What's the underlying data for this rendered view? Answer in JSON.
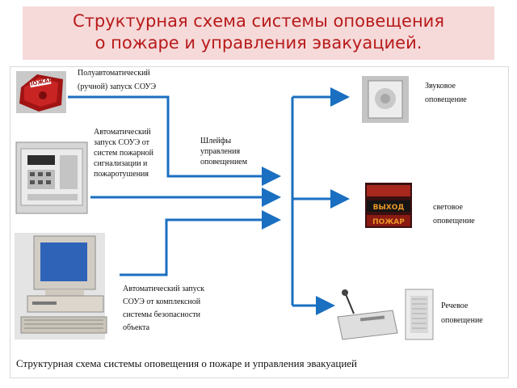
{
  "title": {
    "line1": "Структурная схема системы оповещения",
    "line2": "о пожаре и управления эвакуацией."
  },
  "inputs": {
    "manual_line1": "Полуавтоматический",
    "manual_line2": "(ручной) запуск СОУЭ",
    "fire_line1": "Автоматический",
    "fire_line2": "запуск СОУЭ от",
    "fire_line3": "систем пожарной",
    "fire_line4": "сигнализации и",
    "fire_line5": "пожаротушения",
    "complex_line1": "Автоматический запуск",
    "complex_line2": "СОУЭ от комплексной",
    "complex_line3": "системы безопасности",
    "complex_line4": "объекта"
  },
  "loops": {
    "line1": "Шлейфы",
    "line2": "управления",
    "line3": "оповещением"
  },
  "outputs": {
    "sound_line1": "Звуковое",
    "sound_line2": "оповещение",
    "light_line1": "световое",
    "light_line2": "оповещение",
    "speech_line1": "Речевое",
    "speech_line2": "оповещение"
  },
  "devices": {
    "call_point_label": "ПОЖАР",
    "sign_exit": "ВЫХОД",
    "sign_fire": "ПОЖАР"
  },
  "caption": "Структурная схема системы оповещения о пожаре и управления  эвакуацией",
  "colors": {
    "arrow": "#1a6fc0",
    "title_text": "#b81a1a",
    "title_bg": "#f6dada"
  }
}
